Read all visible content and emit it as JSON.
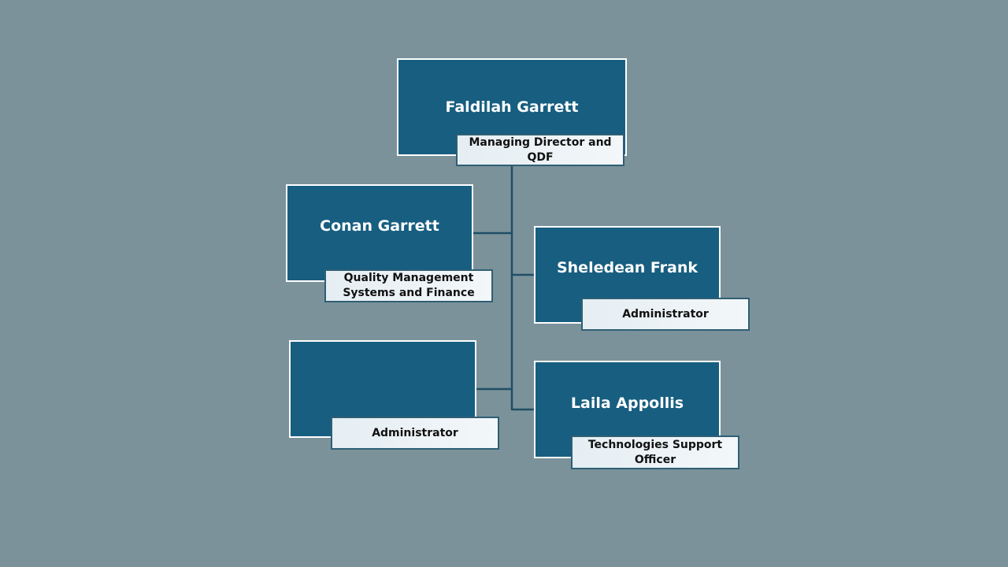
{
  "colors": {
    "background": "#7b929a",
    "node_fill": "#175e80",
    "node_border": "#ffffff",
    "connector": "#1f4e66",
    "role_fill": "#eef4f7",
    "role_border": "#2f5f74"
  },
  "org_chart": {
    "root": {
      "name": "Faldilah Garrett",
      "role": "Managing Director and QDF"
    },
    "members": [
      {
        "name": "Conan Garrett",
        "role": "Quality Management Systems and Finance"
      },
      {
        "name": "Sheledean Frank",
        "role": "Administrator"
      },
      {
        "name": "",
        "role": "Administrator"
      },
      {
        "name": "Laila Appollis",
        "role": "Technologies Support Officer"
      }
    ]
  }
}
